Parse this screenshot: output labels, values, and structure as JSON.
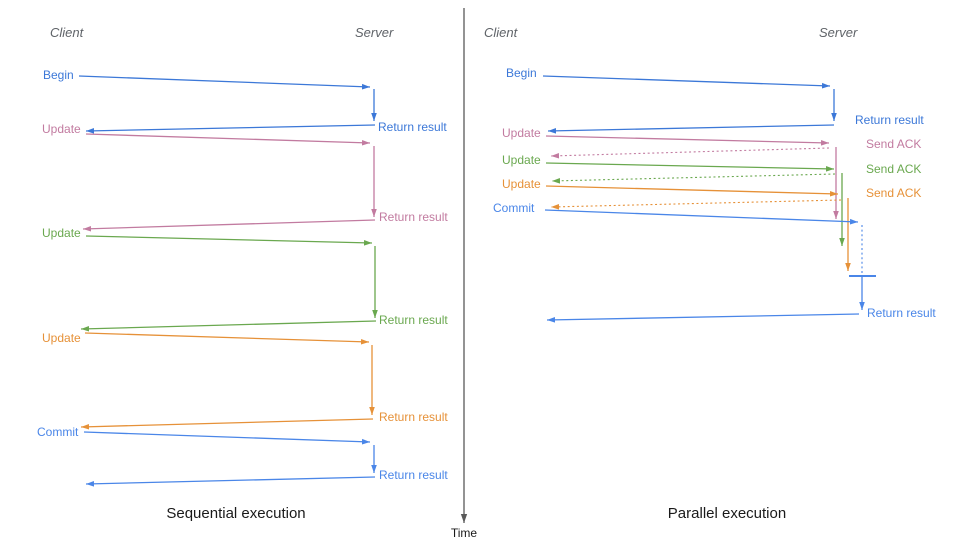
{
  "colors": {
    "blue": "#3c78d8",
    "light_blue": "#4a86e8",
    "pink": "#c27ba0",
    "green": "#6aa84f",
    "orange": "#e69138",
    "axis": "#595959",
    "header_text": "#5f6368",
    "caption_text": "#1a1a1a"
  },
  "time_axis": {
    "label": "Time"
  },
  "sequential": {
    "caption": "Sequential execution",
    "client_header": "Client",
    "server_header": "Server",
    "messages": [
      {
        "request": "Begin",
        "response": "Return result",
        "color": "blue"
      },
      {
        "request": "Update",
        "response": "Return result",
        "color": "pink"
      },
      {
        "request": "Update",
        "response": "Return result",
        "color": "green"
      },
      {
        "request": "Update",
        "response": "Return result",
        "color": "orange"
      },
      {
        "request": "Commit",
        "response": "Return result",
        "color": "light_blue"
      }
    ]
  },
  "parallel": {
    "caption": "Parallel execution",
    "client_header": "Client",
    "server_header": "Server",
    "messages": [
      {
        "request": "Begin",
        "response": "Return result",
        "color": "blue"
      },
      {
        "request": "Update",
        "response": "Send ACK",
        "color": "pink"
      },
      {
        "request": "Update",
        "response": "Send ACK",
        "color": "green"
      },
      {
        "request": "Update",
        "response": "Send ACK",
        "color": "orange"
      },
      {
        "request": "Commit",
        "response": "Return result",
        "color": "light_blue"
      }
    ]
  }
}
